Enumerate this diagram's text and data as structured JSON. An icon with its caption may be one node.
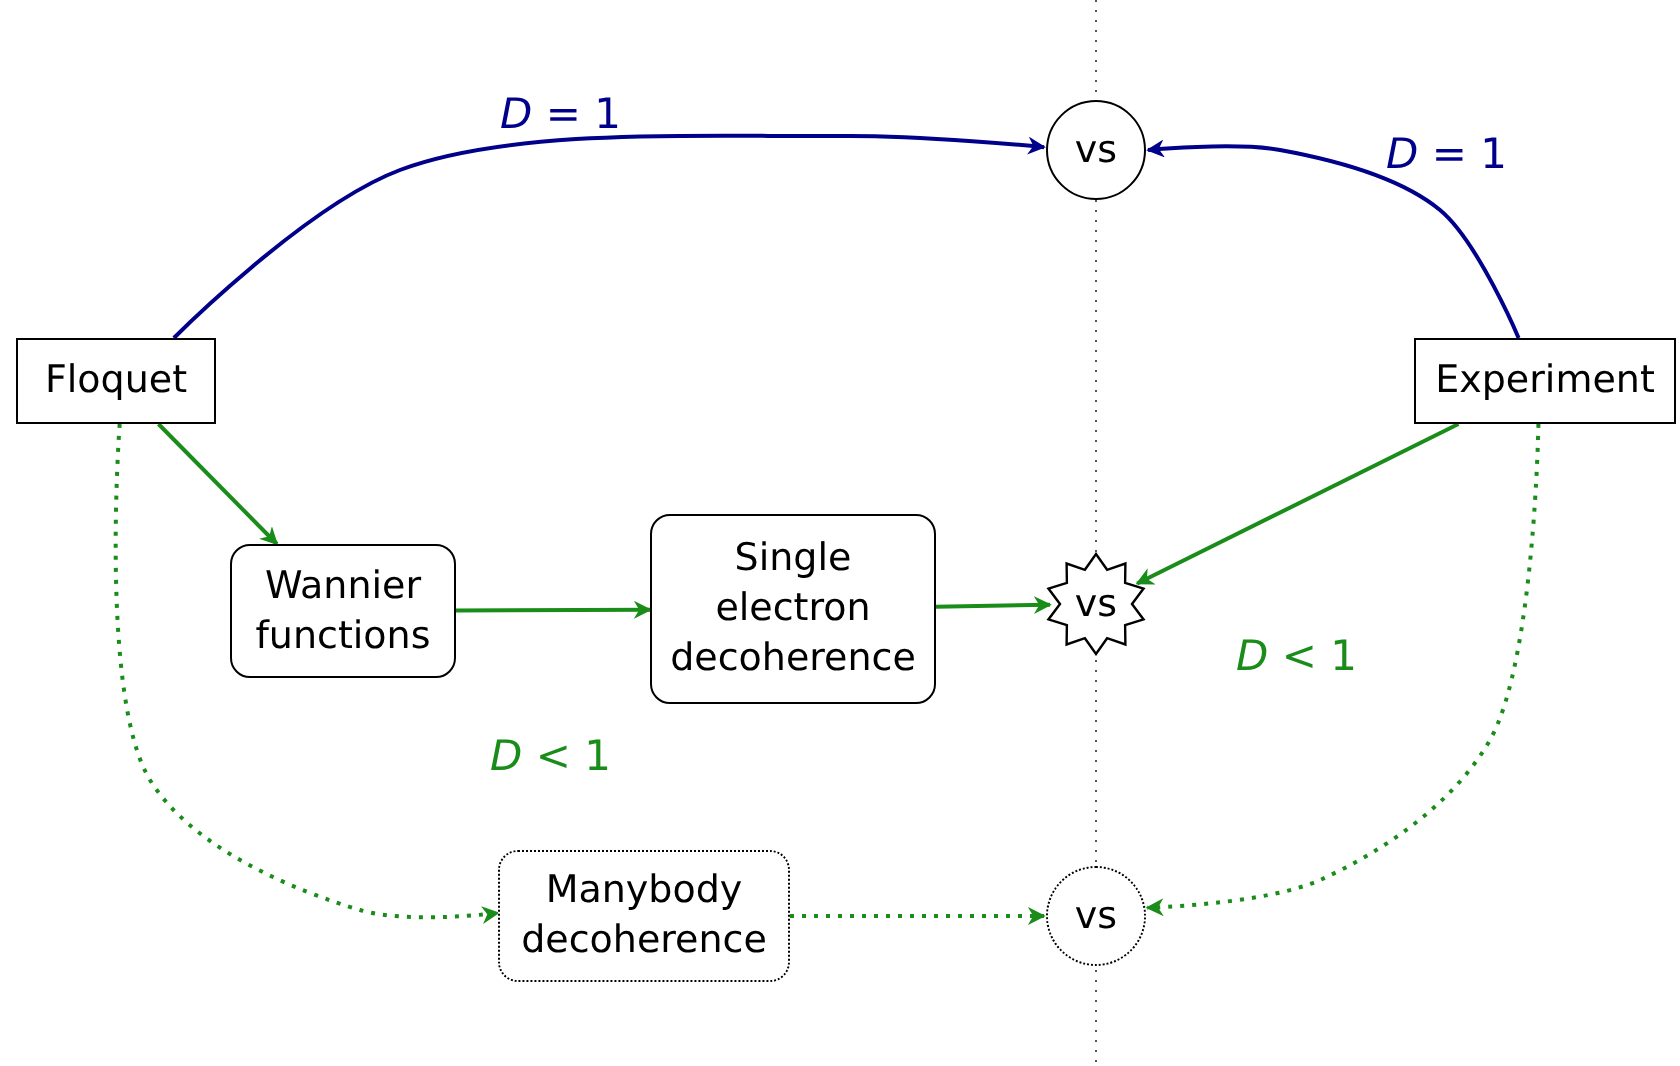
{
  "diagram": {
    "nodes": [
      {
        "text": [
          "Floquet"
        ]
      },
      {
        "text": [
          "Experiment"
        ]
      },
      {
        "text": [
          "vs"
        ]
      },
      {
        "text": [
          "Wannier functions"
        ]
      },
      {
        "text": [
          "Single electron decoherence"
        ]
      },
      {
        "text": [
          "vs"
        ]
      },
      {
        "text": [
          "Manybody decoherence"
        ]
      },
      {
        "text": [
          "vs"
        ]
      }
    ],
    "edges": [
      {
        "from": 0,
        "to": 2,
        "arrow": "to",
        "color": "#00008b"
      },
      {
        "from": 1,
        "to": 2,
        "arrow": "to",
        "color": "#00008b"
      },
      {
        "from": 0,
        "to": 3,
        "arrow": "to"
      },
      {
        "from": 3,
        "to": 4,
        "arrow": "to"
      },
      {
        "from": 4,
        "to": 5,
        "arrow": "to"
      },
      {
        "from": 1,
        "to": 5,
        "arrow": "to"
      },
      {
        "from": 0,
        "to": 6,
        "arrow": "to",
        "style": "dashed"
      },
      {
        "from": 6,
        "to": 7,
        "arrow": "to",
        "style": "dashed"
      },
      {
        "from": 1,
        "to": 7,
        "arrow": "to",
        "style": "dashed"
      }
    ],
    "labels": [
      "*D* = 1",
      "*D* = 1",
      "*D* < 1",
      "*D* < 1"
    ]
  }
}
